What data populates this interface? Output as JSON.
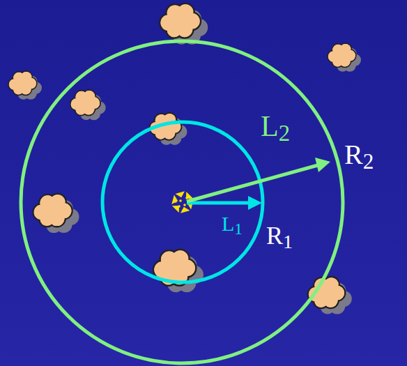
{
  "diagram": {
    "labels": [
      "L2",
      "R2",
      "L1",
      "R1"
    ]
  }
}
